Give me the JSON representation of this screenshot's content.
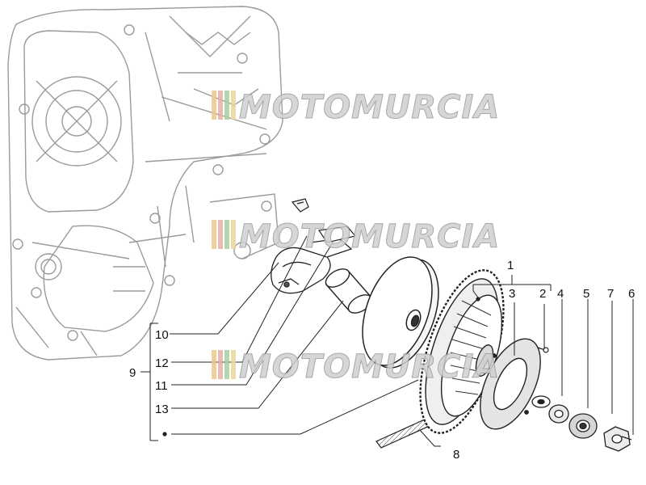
{
  "watermark": {
    "text": "MOTOMURCIA",
    "stripe_colors": [
      "#e9c98a",
      "#e7b0a0",
      "#a7d0a0",
      "#e9d79a"
    ]
  },
  "callouts": {
    "n1": "1",
    "n2": "2",
    "n3": "3",
    "n4": "4",
    "n5": "5",
    "n6": "6",
    "n7": "7",
    "n8": "8",
    "n9": "9",
    "n10": "10",
    "n11": "11",
    "n12": "12",
    "n13": "13"
  }
}
